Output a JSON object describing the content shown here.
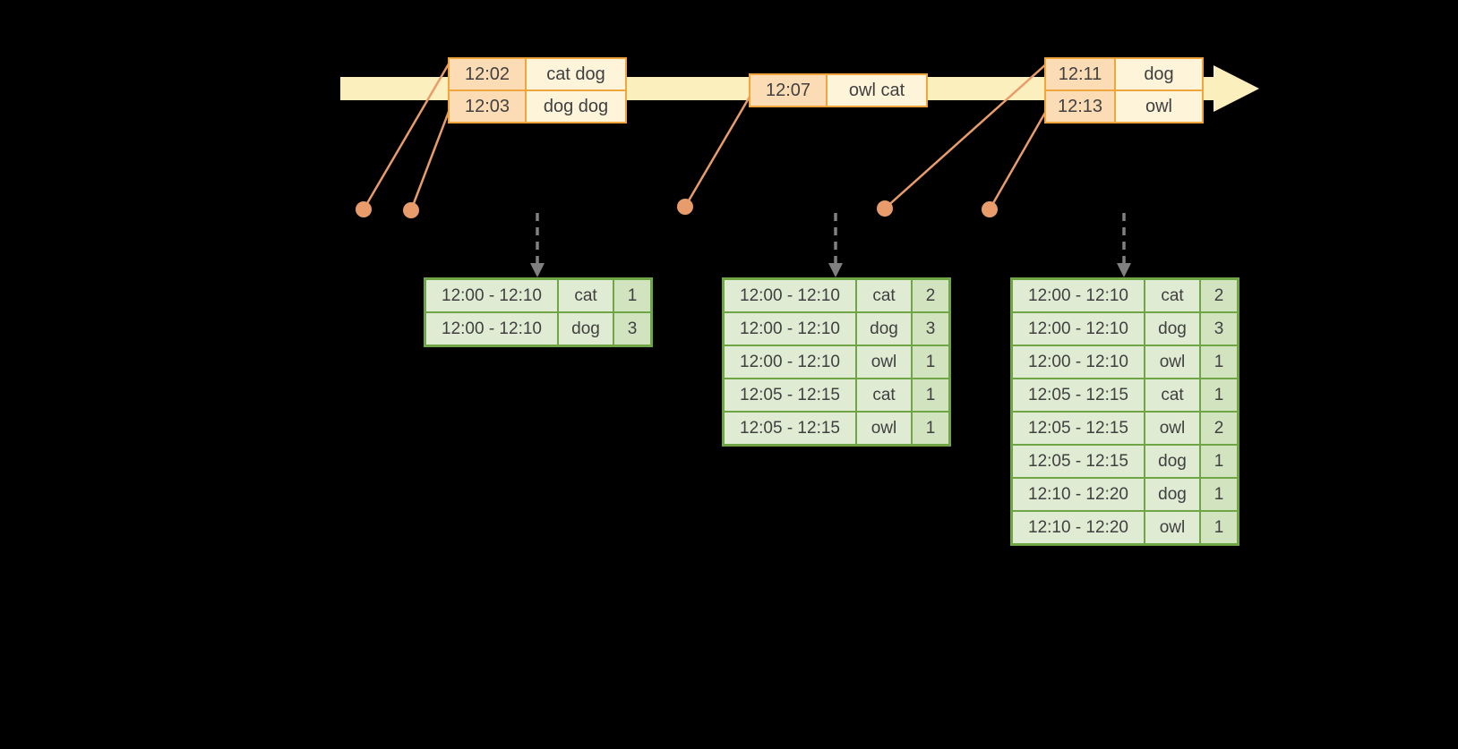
{
  "colors": {
    "background": "#000000",
    "timeline_arrow": "#fcefbe",
    "event_table_border": "#f0a63c",
    "event_time_cell_fill": "#fbdcb4",
    "event_words_cell_fill": "#fdf4da",
    "connector_line": "#e99c6b",
    "event_dot": "#e99c6b",
    "trigger_arrow": "#808080",
    "result_table_border": "#70a546",
    "result_cell_fill": "#dfebd3",
    "result_count_cell_fill": "#d2e3c0",
    "text": "#404040"
  },
  "event_tables": [
    {
      "rows": [
        {
          "time": "12:02",
          "words": "cat dog"
        },
        {
          "time": "12:03",
          "words": "dog dog"
        }
      ]
    },
    {
      "rows": [
        {
          "time": "12:07",
          "words": "owl cat"
        }
      ]
    },
    {
      "rows": [
        {
          "time": "12:11",
          "words": "dog"
        },
        {
          "time": "12:13",
          "words": "owl"
        }
      ]
    }
  ],
  "result_tables": [
    {
      "rows": [
        {
          "window": "12:00 - 12:10",
          "word": "cat",
          "count": "1"
        },
        {
          "window": "12:00 - 12:10",
          "word": "dog",
          "count": "3"
        }
      ]
    },
    {
      "rows": [
        {
          "window": "12:00 - 12:10",
          "word": "cat",
          "count": "2"
        },
        {
          "window": "12:00 - 12:10",
          "word": "dog",
          "count": "3"
        },
        {
          "window": "12:00 - 12:10",
          "word": "owl",
          "count": "1"
        },
        {
          "window": "12:05 - 12:15",
          "word": "cat",
          "count": "1"
        },
        {
          "window": "12:05 - 12:15",
          "word": "owl",
          "count": "1"
        }
      ]
    },
    {
      "rows": [
        {
          "window": "12:00 - 12:10",
          "word": "cat",
          "count": "2"
        },
        {
          "window": "12:00 - 12:10",
          "word": "dog",
          "count": "3"
        },
        {
          "window": "12:00 - 12:10",
          "word": "owl",
          "count": "1"
        },
        {
          "window": "12:05 - 12:15",
          "word": "cat",
          "count": "1"
        },
        {
          "window": "12:05 - 12:15",
          "word": "owl",
          "count": "2"
        },
        {
          "window": "12:05 - 12:15",
          "word": "dog",
          "count": "1"
        },
        {
          "window": "12:10 - 12:20",
          "word": "dog",
          "count": "1"
        },
        {
          "window": "12:10 - 12:20",
          "word": "owl",
          "count": "1"
        }
      ]
    }
  ]
}
